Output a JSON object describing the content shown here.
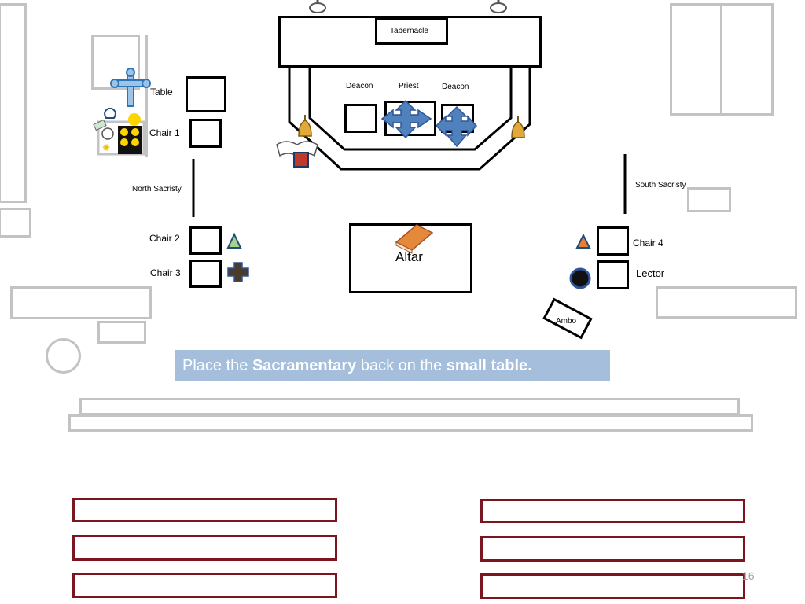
{
  "labels": {
    "tabernacle": "Tabernacle",
    "deacon_left": "Deacon",
    "priest": "Priest",
    "deacon_right": "Deacon",
    "table": "Table",
    "chair1": "Chair 1",
    "north_sacristy": "North Sacristy",
    "south_sacristy": "South Sacristy",
    "chair2": "Chair 2",
    "chair3": "Chair 3",
    "altar": "Altar",
    "chair4": "Chair 4",
    "lector": "Lector",
    "ambo": "Ambo"
  },
  "instruction": {
    "prefix": "Place the ",
    "item": "Sacramentary",
    "middle": " back on the ",
    "place": "small table."
  },
  "page_number": "16",
  "colors": {
    "caption_bg": "#a4bedb",
    "cross_blue": "#4f81bd",
    "pew_border": "#7b1520",
    "wall_gray": "#c3c3c3"
  }
}
